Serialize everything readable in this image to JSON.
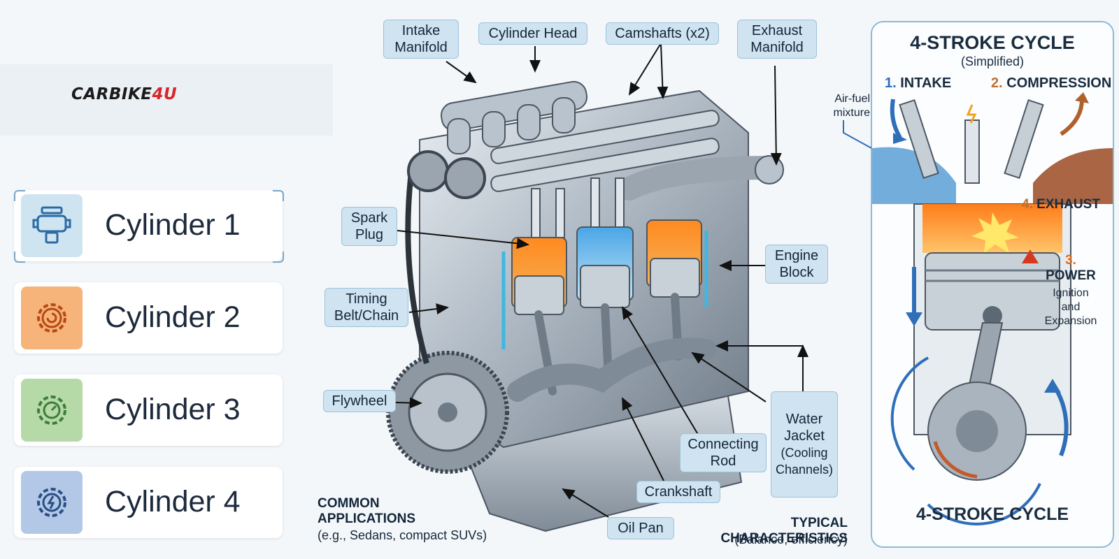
{
  "logo": {
    "main": "CARBIKE",
    "accent": "4U"
  },
  "cylinders": [
    {
      "label": "Cylinder 1",
      "icon": "engine-icon",
      "color": "#cfe4f1"
    },
    {
      "label": "Cylinder 2",
      "icon": "gear-icon",
      "color": "#f6b37a"
    },
    {
      "label": "Cylinder 3",
      "icon": "gear-icon",
      "color": "#b6d9a8"
    },
    {
      "label": "Cylinder 4",
      "icon": "gear-icon",
      "color": "#b2c8e6"
    }
  ],
  "callouts": {
    "intake_manifold": "Intake\nManifold",
    "cylinder_head": "Cylinder Head",
    "camshafts": "Camshafts (x2)",
    "exhaust_manifold": "Exhaust\nManifold",
    "spark_plug": "Spark\nPlug",
    "timing_belt": "Timing\nBelt/Chain",
    "flywheel": "Flywheel",
    "engine_block": "Engine\nBlock",
    "water_jacket": "Water\nJacket",
    "water_jacket_sub": "(Cooling\nChannels)",
    "connecting_rod": "Connecting\nRod",
    "crankshaft": "Crankshaft",
    "oil_pan": "Oil Pan"
  },
  "applications": {
    "title": "COMMON\nAPPLICATIONS",
    "sub": "(e.g., Sedans, compact SUVs)"
  },
  "characteristics": {
    "title": "TYPICAL\nCHARACTERISTICS",
    "sub": "(Balance, efficiency)"
  },
  "stroke_panel": {
    "title": "4-STROKE CYCLE",
    "subtitle": "(Simplified)",
    "air_fuel": "Air-fuel\nmixture",
    "intake_num": "1.",
    "intake": "INTAKE",
    "compression_num": "2.",
    "compression": "COMPRESSION",
    "exhaust_num": "4.",
    "exhaust": "EXHAUST",
    "power_num": "3.",
    "power": "POWER",
    "power_sub": "Ignition\nand\nExpansion",
    "footer": "4-STROKE CYCLE",
    "colors": {
      "intake": "#2f6fb8",
      "compression": "#b0602b",
      "power": "#e06a1c"
    }
  }
}
